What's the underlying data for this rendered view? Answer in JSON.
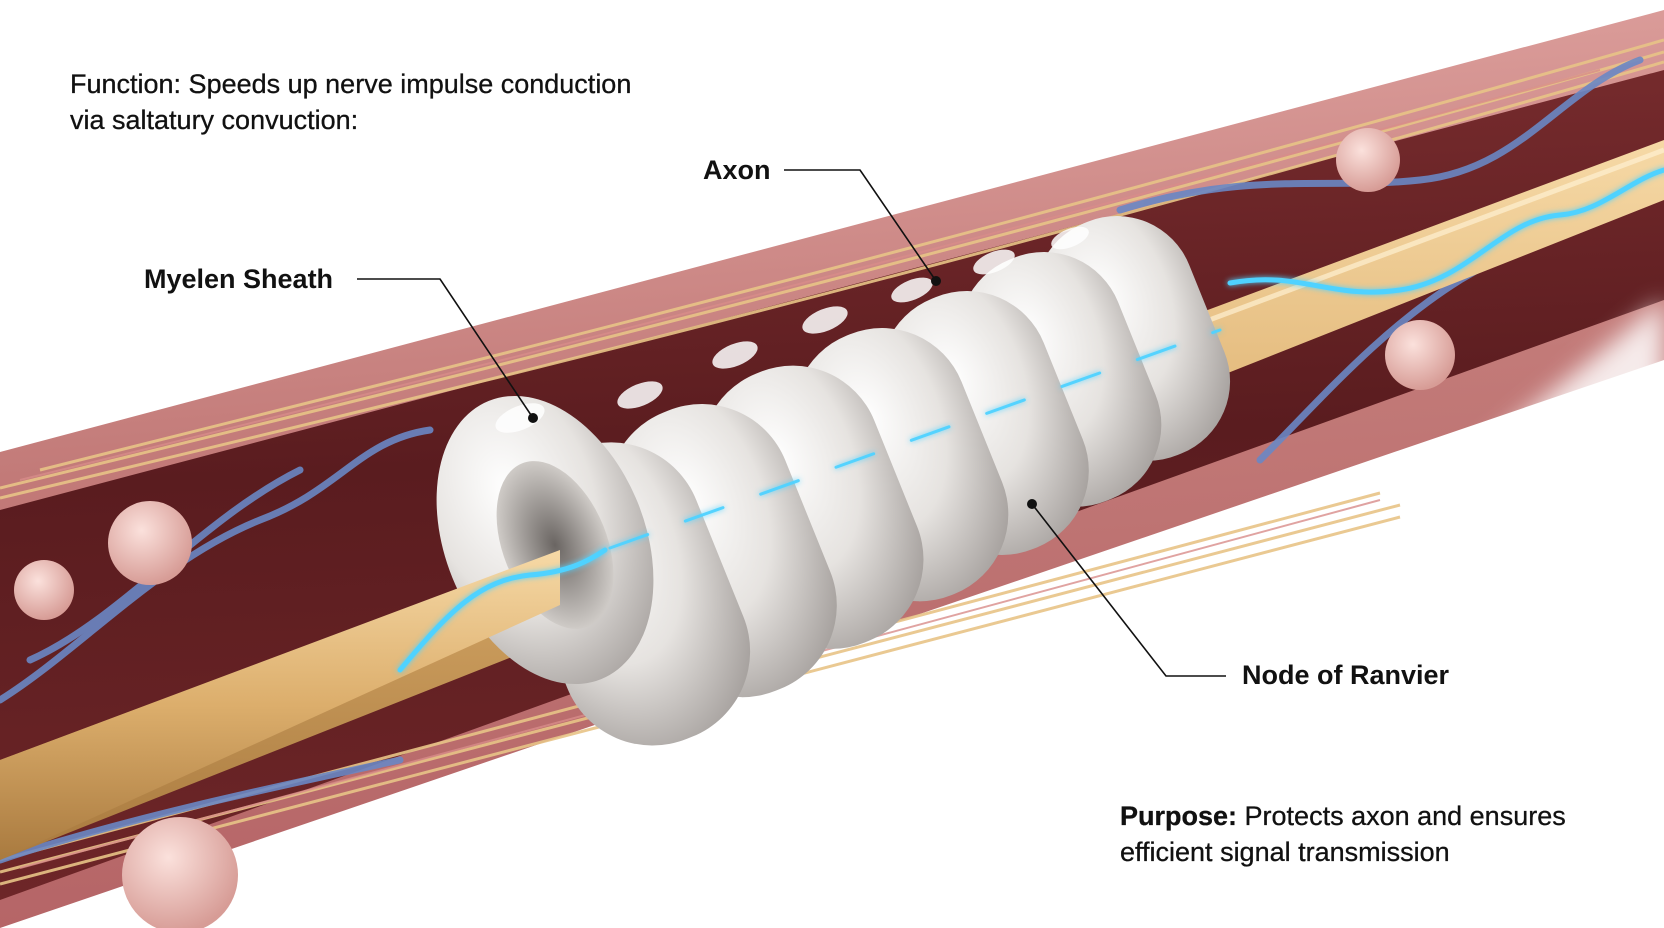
{
  "function_note": {
    "line1": "Function: Speeds up nerve impulse conduction",
    "line2": "via saltatury convuction:"
  },
  "callouts": {
    "axon": "Axon",
    "myelin_sheath": "Myelen Sheath",
    "node_of_ranvier": "Node of Ranvier"
  },
  "purpose_note": {
    "label": "Purpose:",
    "line1_rest": " Protects axon and ensures",
    "line2": "efficient signal transmission"
  },
  "colors": {
    "tissue": "#b9676b",
    "tissue_dark": "#5a1f22",
    "axon": "#e2b877",
    "myelin": "#e9e6e3",
    "signal": "#4fd2ff",
    "vessel": "#6a87c4"
  }
}
